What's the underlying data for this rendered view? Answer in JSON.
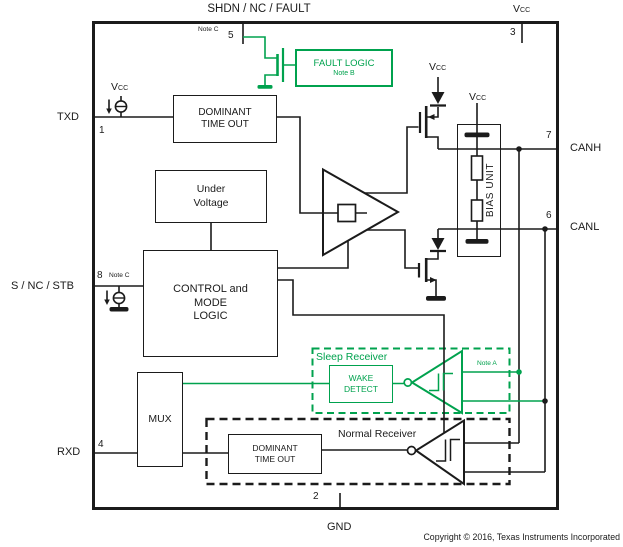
{
  "colors": {
    "green": "#00A24E",
    "line": "#1B1B1B"
  },
  "header": {
    "top_label": "SHDN / NC / FAULT",
    "copyright": "Copyright © 2016, Texas Instruments Incorporated"
  },
  "power": {
    "vcc": "V",
    "vcc_sub": "CC",
    "gnd": "GND"
  },
  "pins": {
    "txd": {
      "num": "1",
      "label": "TXD"
    },
    "stb": {
      "num": "8",
      "label": "S / NC / STB",
      "note": "Note C"
    },
    "rxd": {
      "num": "4",
      "label": "RXD"
    },
    "shdn": {
      "num": "5",
      "note": "Note C"
    },
    "vcc": {
      "num": "3"
    },
    "gnd": {
      "num": "2"
    },
    "canh": {
      "num": "7",
      "label": "CANH"
    },
    "canl": {
      "num": "6",
      "label": "CANL"
    }
  },
  "blocks": {
    "dominant_timeout_tx": {
      "line1": "DOMINANT",
      "line2": "TIME OUT"
    },
    "under_voltage": {
      "line1": "Under",
      "line2": "Voltage"
    },
    "control_mode_logic": {
      "line1": "CONTROL and",
      "line2": "MODE",
      "line3": "LOGIC"
    },
    "mux": {
      "label": "MUX"
    },
    "fault_logic": {
      "label": "FAULT LOGIC",
      "note": "Note B"
    },
    "wake_detect": {
      "line1": "WAKE",
      "line2": "DETECT"
    },
    "dominant_timeout_rx": {
      "line1": "DOMINANT",
      "line2": "TIME OUT"
    },
    "bias_unit": {
      "label": "BIAS UNIT"
    }
  },
  "regions": {
    "sleep_receiver": "Sleep Receiver",
    "normal_receiver": "Normal Receiver"
  },
  "notes": {
    "note_a": "Note A"
  }
}
